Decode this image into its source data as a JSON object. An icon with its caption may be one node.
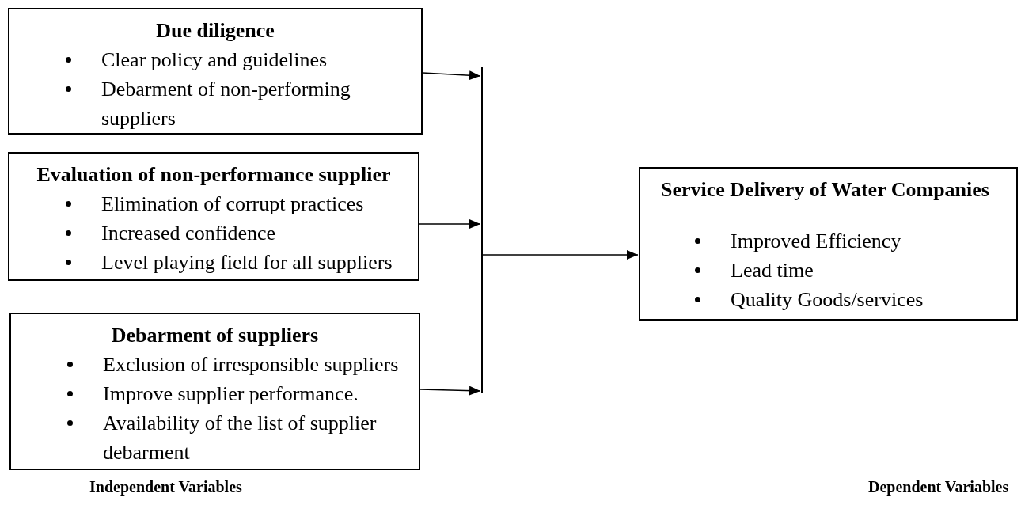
{
  "diagram": {
    "nodes": [
      {
        "text": [
          "Due diligence",
          "Clear policy and guidelines",
          "Debarment of non-performing suppliers"
        ]
      },
      {
        "text": [
          "Evaluation of non-performance supplier",
          "Elimination of corrupt practices",
          "Increased confidence",
          "Level playing field for all suppliers"
        ]
      },
      {
        "text": [
          "Debarment of suppliers",
          "Exclusion of irresponsible suppliers",
          "Improve supplier performance.",
          "Availability of the list of supplier debarment"
        ]
      },
      {
        "text": [],
        "shape": "bar"
      },
      {
        "text": [
          "Service Delivery of Water Companies",
          "Improved Efficiency",
          "Lead time",
          "Quality Goods/services"
        ]
      }
    ],
    "edges": [
      {
        "from": 0,
        "to": 3,
        "arrow": "to"
      },
      {
        "from": 1,
        "to": 3,
        "arrow": "to"
      },
      {
        "from": 2,
        "to": 3,
        "arrow": "to"
      },
      {
        "from": 3,
        "to": 4,
        "arrow": "to"
      }
    ],
    "labels": [
      "Independent Variables",
      "Dependent Variables"
    ]
  }
}
